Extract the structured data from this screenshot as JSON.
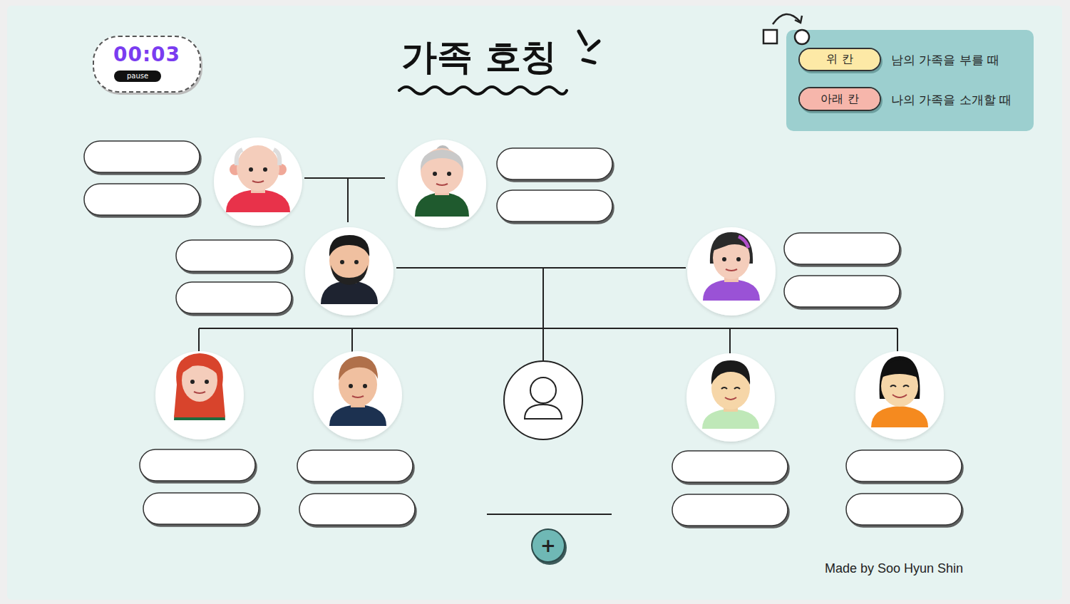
{
  "diagram": {
    "title": "가족 호칭",
    "nodes": [
      {
        "text": [
          "00:03"
        ]
      },
      {
        "text": [
          "pause"
        ],
        "in": 0
      },
      {
        "text": [
          "위 칸"
        ]
      },
      {
        "text": [
          "아래 칸"
        ]
      },
      {
        "text": [
          "+"
        ]
      }
    ],
    "labels": [
      "Made by Soo Hyun Shin"
    ],
    "legend": [
      {
        "text": "남의 가족을 부를 때",
        "color": "#fde9a6"
      },
      {
        "text": "나의 가족을 소개할 때",
        "color": "#f6b6ab"
      }
    ]
  }
}
